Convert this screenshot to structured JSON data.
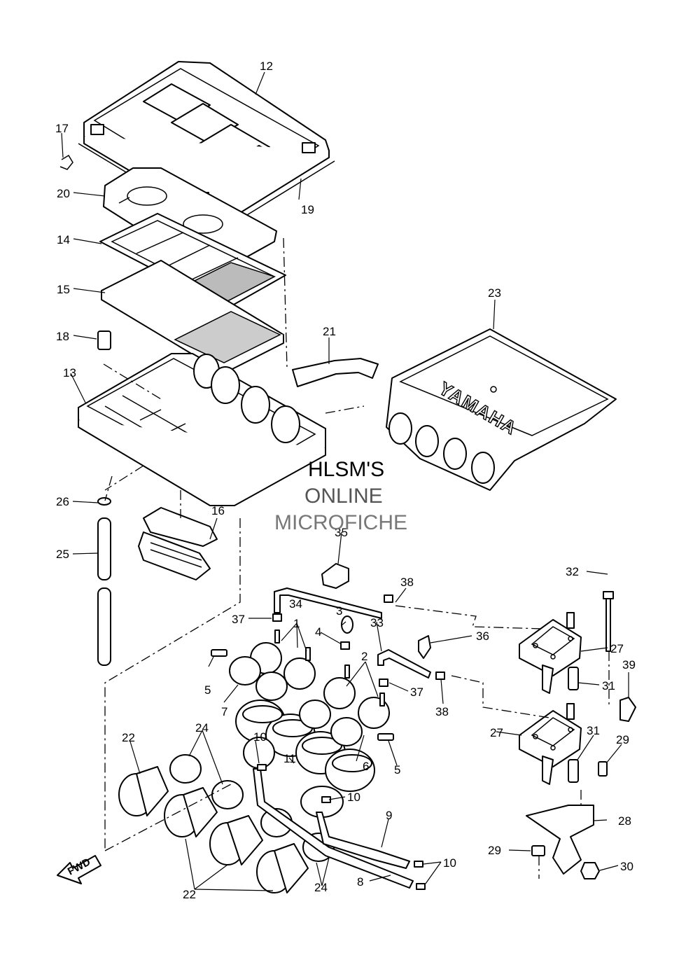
{
  "watermark": {
    "line1": "HLSM'S",
    "line2": "ONLINE",
    "line3": "MICROFICHE"
  },
  "cover_brand": "YAMAHA",
  "direction_label": "FWD",
  "callouts": {
    "c1": "1",
    "c2": "2",
    "c3": "3",
    "c4": "4",
    "c5a": "5",
    "c5b": "5",
    "c6": "6",
    "c7": "7",
    "c8": "8",
    "c9": "9",
    "c10a": "10",
    "c10b": "10",
    "c10c": "10",
    "c11": "11",
    "c12": "12",
    "c13": "13",
    "c14": "14",
    "c15": "15",
    "c16": "16",
    "c17": "17",
    "c18": "18",
    "c19": "19",
    "c20": "20",
    "c21": "21",
    "c22a": "22",
    "c22b": "22",
    "c23": "23",
    "c24a": "24",
    "c24b": "24",
    "c25": "25",
    "c26": "26",
    "c27a": "27",
    "c27b": "27",
    "c28": "28",
    "c29a": "29",
    "c29b": "29",
    "c30": "30",
    "c31a": "31",
    "c31b": "31",
    "c32": "32",
    "c33": "33",
    "c34": "34",
    "c35": "35",
    "c36": "36",
    "c37a": "37",
    "c37b": "37",
    "c38a": "38",
    "c38b": "38",
    "c39": "39"
  }
}
